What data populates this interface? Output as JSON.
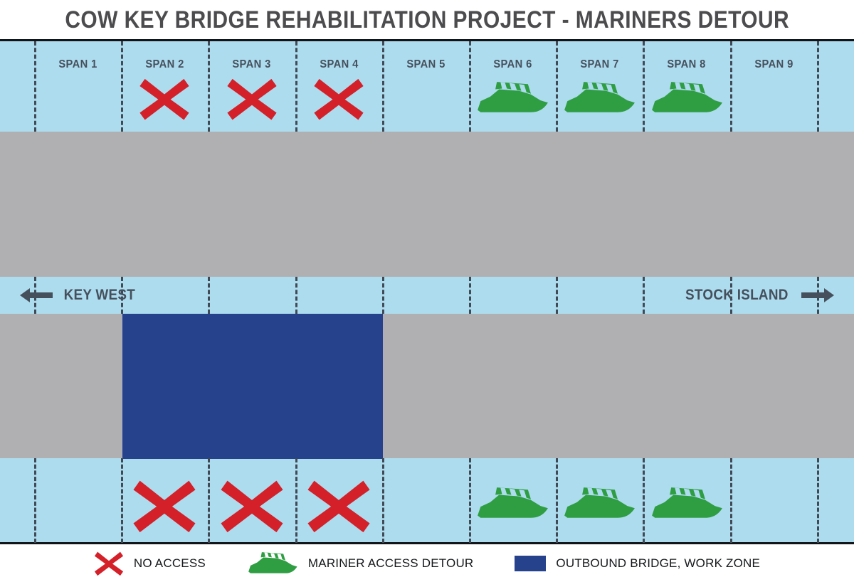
{
  "header": {
    "title": "COW KEY BRIDGE REHABILITATION PROJECT - MARINERS DETOUR"
  },
  "colors": {
    "water": "#aedcef",
    "land": "#b0b0b2",
    "no_access_red": "#d32029",
    "boat_green": "#2f9e43",
    "work_zone_blue": "#27428d",
    "label_gray": "#45505c",
    "divider_gray": "#3f4a55"
  },
  "spans": [
    {
      "label": "SPAN 1",
      "status": "open",
      "icon": "none"
    },
    {
      "label": "SPAN 2",
      "status": "no-access",
      "icon": "x-icon"
    },
    {
      "label": "SPAN 3",
      "status": "no-access",
      "icon": "x-icon"
    },
    {
      "label": "SPAN 4",
      "status": "no-access",
      "icon": "x-icon"
    },
    {
      "label": "SPAN 5",
      "status": "open",
      "icon": "none"
    },
    {
      "label": "SPAN 6",
      "status": "detour",
      "icon": "boat-icon"
    },
    {
      "label": "SPAN 7",
      "status": "detour",
      "icon": "boat-icon"
    },
    {
      "label": "SPAN 8",
      "status": "detour",
      "icon": "boat-icon"
    },
    {
      "label": "SPAN 9",
      "status": "open",
      "icon": "none"
    }
  ],
  "directions": {
    "west": {
      "label": "KEY WEST",
      "icon": "arrow-left-icon"
    },
    "east": {
      "label": "STOCK ISLAND",
      "icon": "arrow-right-icon"
    }
  },
  "work_zone": {
    "label": "OUTBOUND BRIDGE, WORK ZONE"
  },
  "legend": [
    {
      "label": "NO ACCESS",
      "icon": "x-icon"
    },
    {
      "label": "MARINER ACCESS DETOUR",
      "icon": "boat-icon"
    },
    {
      "label": "OUTBOUND BRIDGE, WORK ZONE",
      "icon": "blue-swatch-icon"
    }
  ]
}
